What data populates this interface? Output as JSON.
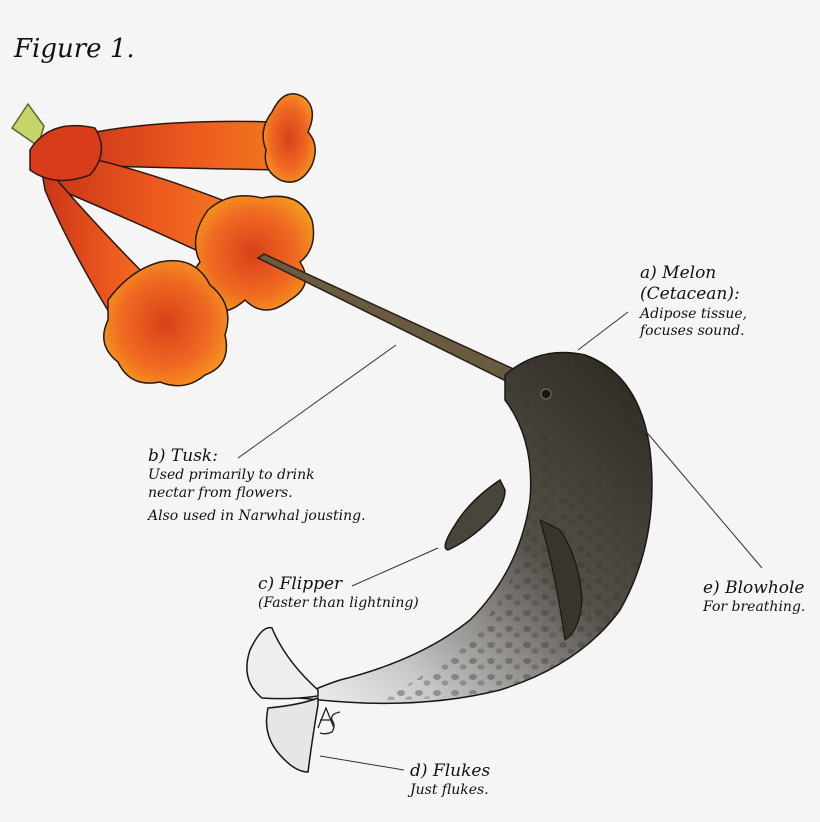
{
  "figure_title": "Figure 1.",
  "labels": {
    "melon": {
      "heading": "a) Melon",
      "heading2": "(Cetacean):",
      "line1": "Adipose tissue,",
      "line2": "focuses sound."
    },
    "tusk": {
      "heading": "b) Tusk:",
      "line1": "Used primarily to drink",
      "line2": "nectar from flowers.",
      "line3": "Also used in Narwhal jousting."
    },
    "flipper": {
      "heading": "c) Flipper",
      "line1": "(Faster than lightning)"
    },
    "flukes": {
      "heading": "d) Flukes",
      "line1": "Just flukes."
    },
    "blowhole": {
      "heading": "e) Blowhole",
      "line1": "For breathing."
    }
  },
  "colors": {
    "background": "#f6f5f5",
    "flower_orange": "#e8501e",
    "flower_yellow": "#f39a1a",
    "tusk": "#5a4a35",
    "narwhal_dark": "#2e2a22",
    "leader_line": "#333333"
  }
}
